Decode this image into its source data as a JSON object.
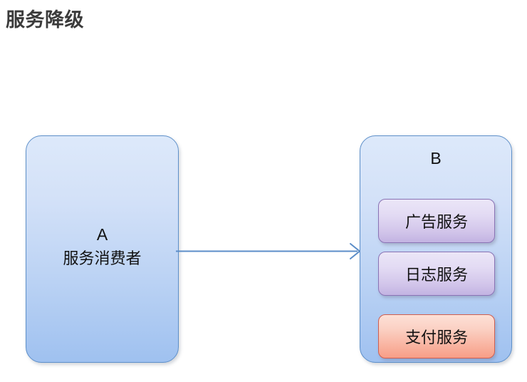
{
  "title": "服务降级",
  "theme": {
    "title_color": "#3b3b3b",
    "box_border": "#5d8fc9",
    "box_fill_top": "#dde9fa",
    "box_fill_bottom": "#9fc1f0",
    "chip_purple_border": "#8a73b5",
    "chip_purple_fill_top": "#ebe6f7",
    "chip_purple_fill_bottom": "#c3b3e2",
    "chip_red_border": "#cf5f50",
    "chip_red_fill_top": "#fde0d7",
    "chip_red_fill_bottom": "#f79e87",
    "arrow_color": "#5b8dc8",
    "background": "#ffffff"
  },
  "consumer_node": {
    "letter": "A",
    "name": "服务消费者"
  },
  "provider_node": {
    "letter": "B",
    "services": [
      {
        "label": "广告服务",
        "state": "normal"
      },
      {
        "label": "日志服务",
        "state": "normal"
      },
      {
        "label": "支付服务",
        "state": "degraded"
      }
    ]
  },
  "connector": {
    "from": "A",
    "to": "B",
    "label": "",
    "direction": "right"
  }
}
